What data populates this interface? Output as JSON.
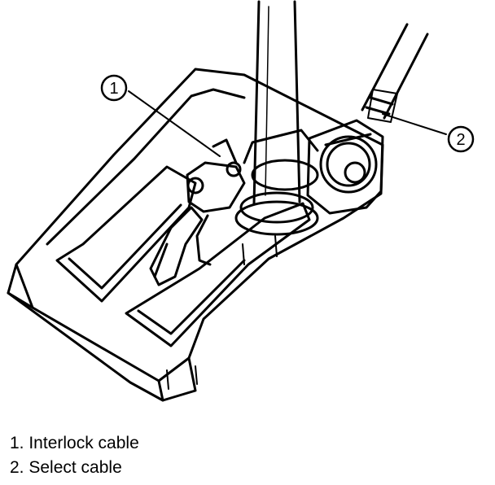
{
  "callouts": [
    {
      "number": "1",
      "label": "Interlock cable"
    },
    {
      "number": "2",
      "label": "Select cable"
    }
  ],
  "legend": [
    "1. Interlock cable",
    "2. Select cable"
  ],
  "colors": {
    "ink": "#000000",
    "paper": "#ffffff"
  }
}
